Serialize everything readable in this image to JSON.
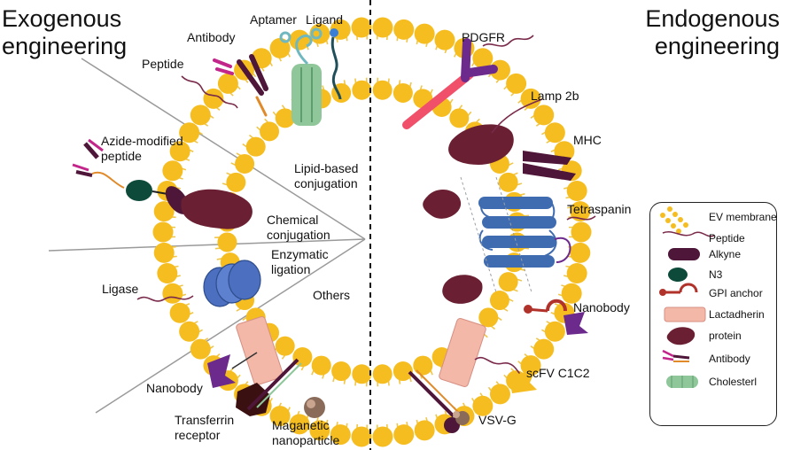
{
  "titles": {
    "left": [
      "Exogenous",
      "engineering"
    ],
    "right": [
      "Endogenous",
      "engineering"
    ]
  },
  "left_labels": {
    "antibody": "Antibody",
    "aptamer": "Aptamer",
    "ligand": "Ligand",
    "peptide": "Peptide",
    "azide_peptide": [
      "Azide-modified",
      "peptide"
    ],
    "ligase": "Ligase",
    "nanobody": "Nanobody",
    "transferrin": [
      "Transferrin",
      "receptor"
    ],
    "magnetic": [
      "Maganetic",
      "nanoparticle"
    ]
  },
  "methods": {
    "lipid": [
      "Lipid-based",
      "conjugation"
    ],
    "chemical": [
      "Chemical",
      "conjugation"
    ],
    "enzymatic": [
      "Enzymatic",
      "ligation"
    ],
    "others": "Others"
  },
  "right_labels": {
    "pdgfr": "PDGFR",
    "lamp2b": "Lamp 2b",
    "mhc": "MHC",
    "tetraspanin": "Tetraspanin",
    "nanobody": "Nanobody",
    "scfv": "scFV C1C2",
    "vsvg": "VSV-G"
  },
  "legend": [
    {
      "icon": "ev-membrane-icon",
      "label": "EV membrane"
    },
    {
      "icon": "peptide-icon",
      "label": "Peptide"
    },
    {
      "icon": "alkyne-icon",
      "label": "Alkyne"
    },
    {
      "icon": "n3-icon",
      "label": "N3"
    },
    {
      "icon": "gpi-anchor-icon",
      "label": "GPI anchor"
    },
    {
      "icon": "lactadherin-icon",
      "label": "Lactadherin"
    },
    {
      "icon": "protein-icon",
      "label": "protein"
    },
    {
      "icon": "antibody-icon",
      "label": "Antibody"
    },
    {
      "icon": "cholesterol-icon",
      "label": "Cholesterl"
    }
  ],
  "colors": {
    "lipid_head": "#f5bd1f",
    "lipid_tail": "#f0c64a",
    "protein": "#6a1f33",
    "alkyne": "#4e1638",
    "n3": "#0d4a3a",
    "tetraspanin": "#3f6cb0",
    "lactadherin": "#f4b8a8",
    "cholesterol": "#8fc79a",
    "pdgfr_rod": "#f0506a",
    "pdgfr_head": "#6b2a8c",
    "antibody": "#c2268a",
    "line": "#222222"
  }
}
